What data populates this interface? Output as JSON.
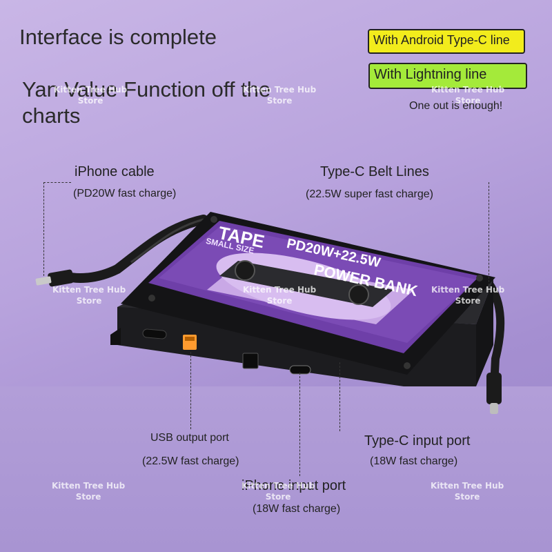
{
  "headline": "Interface is complete",
  "subheadline_line1": "Yan Value Function off the",
  "subheadline_line2": "charts",
  "badges": {
    "android": "With Android Type-C line",
    "lightning": "With Lightning line",
    "tagline": "One out is enough!"
  },
  "callouts": {
    "iphone_cable": {
      "title": "iPhone cable",
      "detail": "(PD20W fast charge)"
    },
    "typec_belt": {
      "title": "Type-C Belt Lines",
      "detail": "(22.5W super fast charge)"
    },
    "usb_output": {
      "title": "USB output port",
      "detail": "(22.5W fast charge)"
    },
    "typec_input": {
      "title": "Type-C input port",
      "detail": "(18W fast charge)"
    },
    "iphone_input": {
      "title": "iPhone input port",
      "detail": "(18W fast charge)"
    }
  },
  "product_label": {
    "brand": "TAPE",
    "size": "SMALL SIZE",
    "power": "PD20W+22.5W",
    "name": "POWER BANK"
  },
  "watermark": {
    "line1": "Kitten Tree Hub",
    "line2": "Store"
  },
  "colors": {
    "badge_yellow": "#f2ec1c",
    "badge_green": "#a4ea3a",
    "background": "#b8a3dd",
    "label_purple": "#6e3fa8"
  }
}
